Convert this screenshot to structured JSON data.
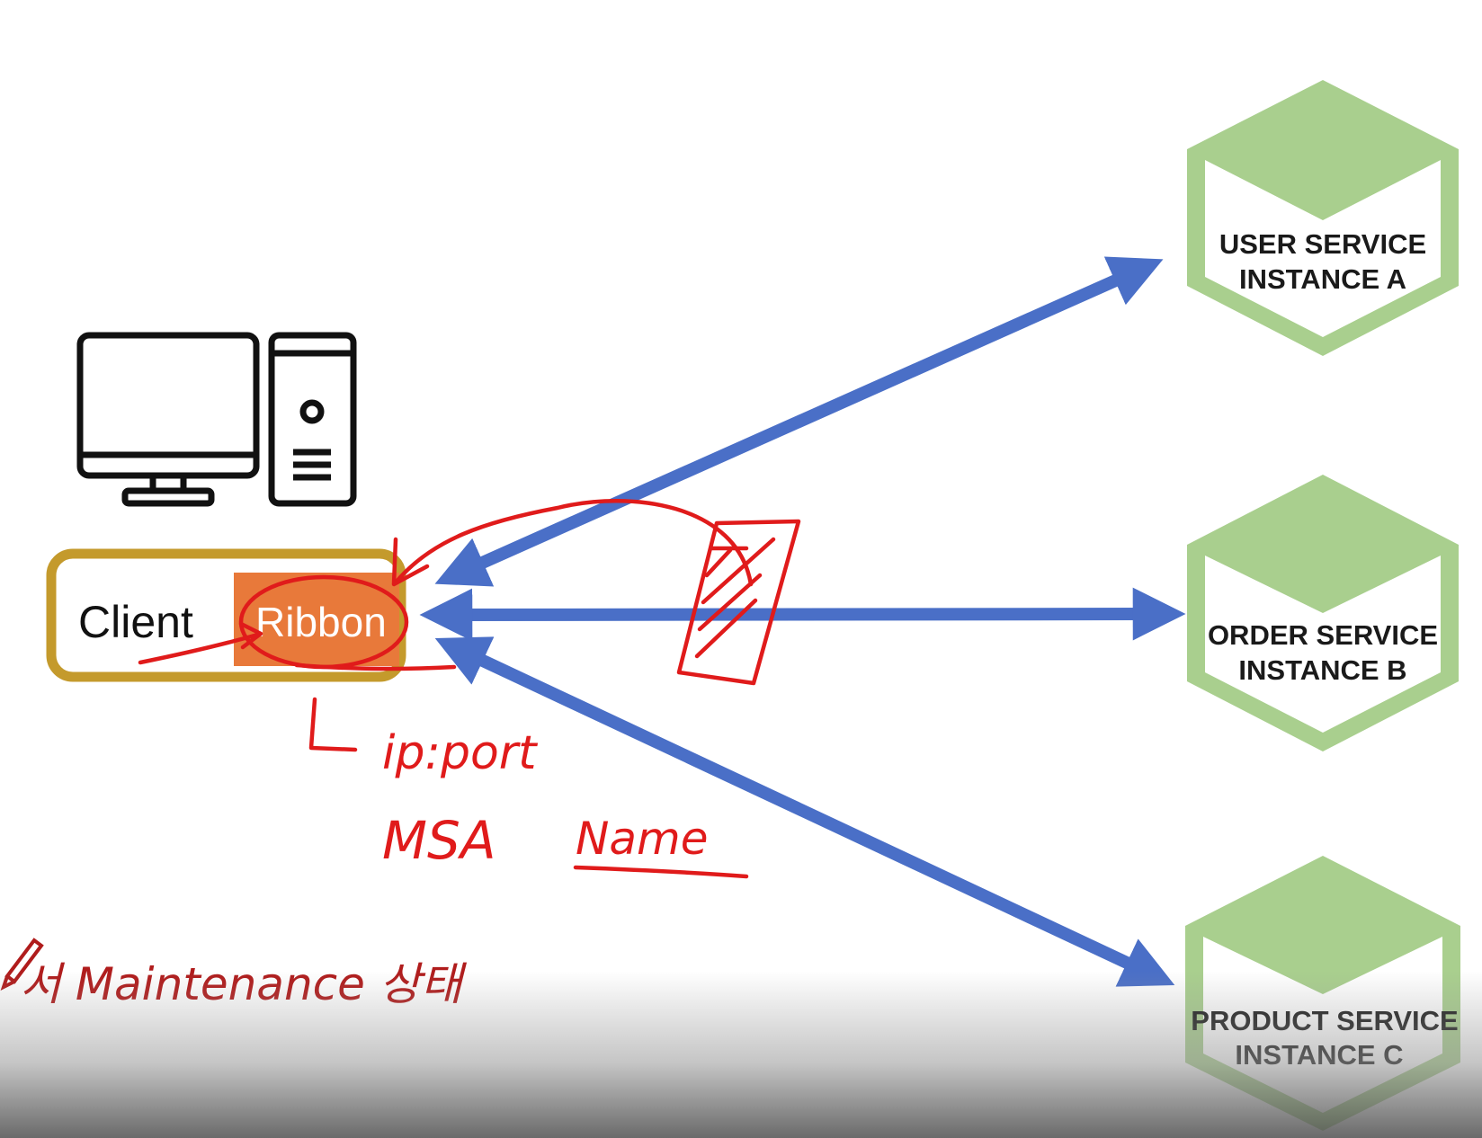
{
  "client": {
    "label": "Client",
    "ribbon_label": "Ribbon"
  },
  "services": [
    {
      "line1": "USER SERVICE",
      "line2": "INSTANCE A"
    },
    {
      "line1": "ORDER SERVICE",
      "line2": "INSTANCE B"
    },
    {
      "line1": "PRODUCT SERVICE",
      "line2": "INSTANCE C"
    }
  ],
  "annotations": {
    "ip_port": "ip:port",
    "msa": "MSA",
    "name": "Name"
  },
  "caption": "서 Maintenance 상태",
  "icons": [
    "desktop-computer-icon",
    "pen-icon"
  ],
  "colors": {
    "arrow_blue": "#4a6fc7",
    "hex_green": "#a9cf8e",
    "client_border": "#c49a2c",
    "ribbon_orange": "#e8793a",
    "annotation_red": "#e01b1b",
    "caption_red": "#b01c1c"
  }
}
